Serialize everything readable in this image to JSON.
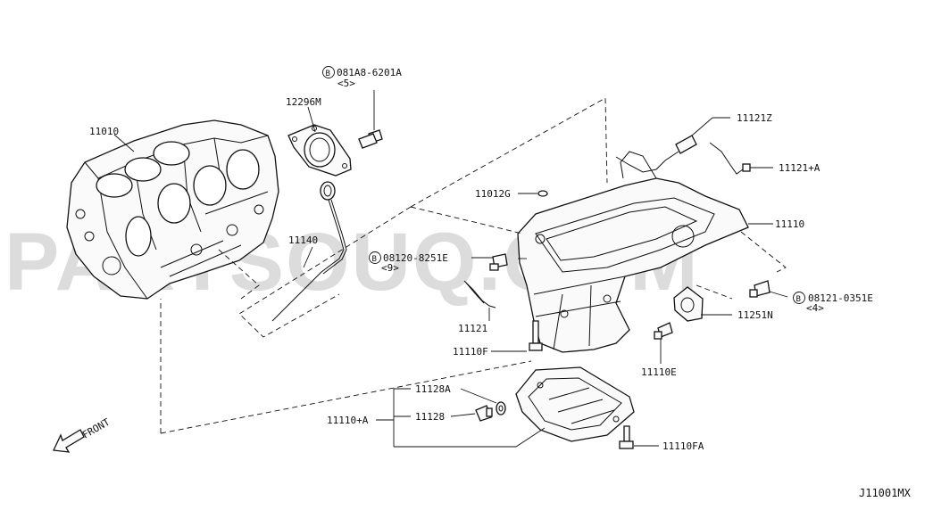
{
  "watermark": "PARTSOUQ.COM",
  "diagram_code": "J11001MX",
  "direction_label": "FRONT",
  "bolt_symbol": "B",
  "parts": {
    "p11010": "11010",
    "p12296m": "12296M",
    "p081a8": "081A8-6201A",
    "p081a8_qty": "<5>",
    "p11140": "11140",
    "p11012g": "11012G",
    "p08120": "08120-8251E",
    "p08120_qty": "<9>",
    "p11121z": "11121Z",
    "p11121a": "11121+A",
    "p11110": "11110",
    "p08121": "08121-0351E",
    "p08121_qty": "<4>",
    "p11251n": "11251N",
    "p11121": "11121",
    "p11110f": "11110F",
    "p11110e": "11110E",
    "p11128a": "11128A",
    "p11128": "11128",
    "p11110a": "11110+A",
    "p11110fa": "11110FA"
  }
}
